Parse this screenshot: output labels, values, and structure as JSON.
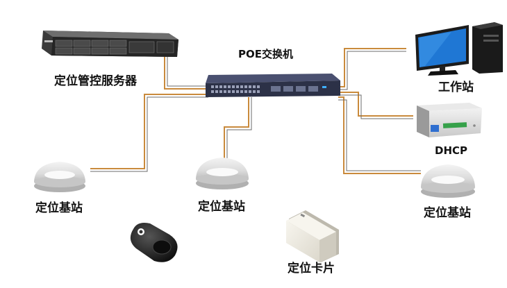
{
  "nodes": {
    "server": "定位管控服务器",
    "switch": "POE交换机",
    "workstation": "工作站",
    "dhcp": "DHCP",
    "base_left": "定位基站",
    "base_center": "定位基站",
    "base_right": "定位基站",
    "card": "定位卡片"
  },
  "colors": {
    "cable_outer": "#c98a3c",
    "cable_inner": "#6b6b6b",
    "switch_body": "#2c3147",
    "server_body": "#2b2b2b",
    "monitor_screen": "#1f77d4"
  },
  "icons": [
    "rack-server-icon",
    "poe-switch-icon",
    "workstation-icon",
    "dhcp-device-icon",
    "base-station-icon",
    "key-fob-tag-icon",
    "card-tag-icon"
  ]
}
